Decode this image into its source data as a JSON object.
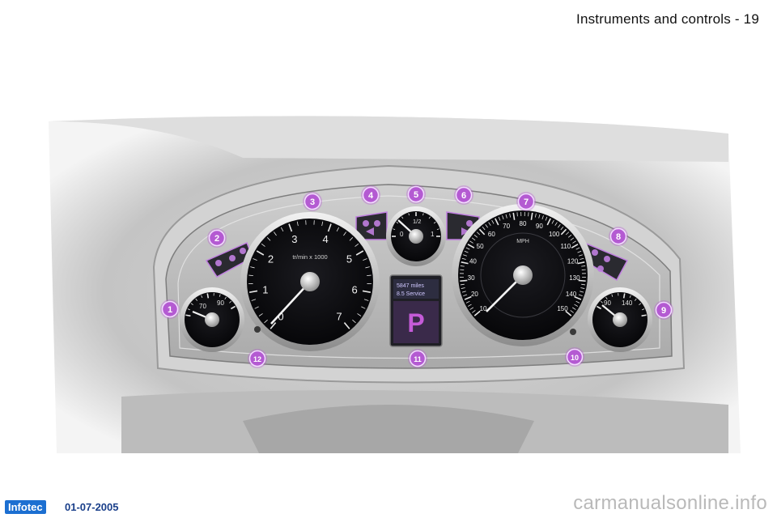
{
  "header": {
    "title": "Instruments and controls - 19"
  },
  "footer": {
    "brand": "Infotec",
    "date": "01-07-2005",
    "watermark": "carmanualsonline.info"
  },
  "callouts": [
    "1",
    "2",
    "3",
    "4",
    "5",
    "6",
    "7",
    "8",
    "9",
    "10",
    "11",
    "12"
  ],
  "tachometer": {
    "unit_label": "tr/min x 1000",
    "ticks": [
      "0",
      "1",
      "2",
      "3",
      "4",
      "5",
      "6",
      "7"
    ]
  },
  "speedometer": {
    "unit_label": "MPH",
    "outer_ticks": [
      "10",
      "20",
      "30",
      "40",
      "50",
      "60",
      "70",
      "80",
      "90",
      "100",
      "110",
      "120",
      "130",
      "140",
      "150"
    ]
  },
  "fuel_gauge": {
    "labels": [
      "0",
      "1/2",
      "1"
    ]
  },
  "left_gauge": {
    "labels": [
      "70",
      "90"
    ]
  },
  "right_gauge": {
    "labels": [
      "90",
      "140"
    ]
  },
  "display": {
    "line1": "5847 miles",
    "line2": "8.5 Service",
    "gear": "P"
  },
  "colors": {
    "callout": "#b45ad2",
    "panel_glow": "#b45ad2",
    "gauge_face": "#0d0d10"
  }
}
